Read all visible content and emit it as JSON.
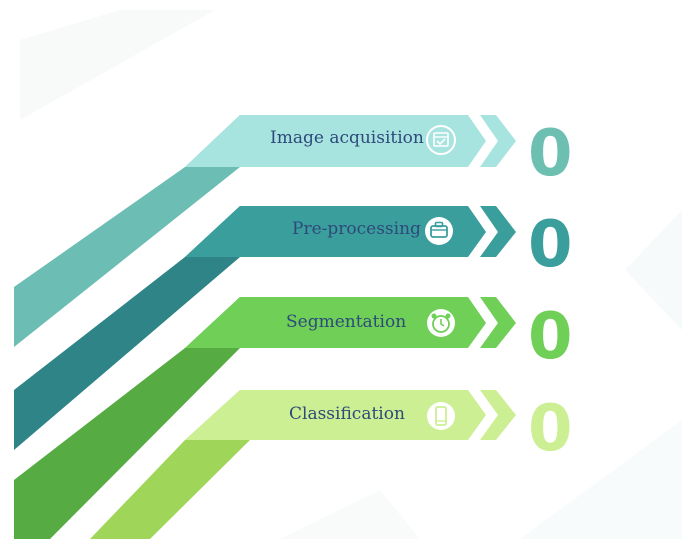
{
  "steps": [
    {
      "label": "Image acquisition",
      "value": "0",
      "icon": "calendar-check-icon",
      "color": "#a8e4df",
      "num_color": "#6dbfb2"
    },
    {
      "label": "Pre-processing",
      "value": "0",
      "icon": "briefcase-icon",
      "color": "#3a9e9d",
      "num_color": "#3a9e9d"
    },
    {
      "label": "Segmentation",
      "value": "0",
      "icon": "alarm-clock-icon",
      "color": "#6fcf57",
      "num_color": "#6fcf57"
    },
    {
      "label": "Classification",
      "value": "0",
      "icon": "phone-icon",
      "color": "#cdef94",
      "num_color": "#cdef94"
    }
  ]
}
